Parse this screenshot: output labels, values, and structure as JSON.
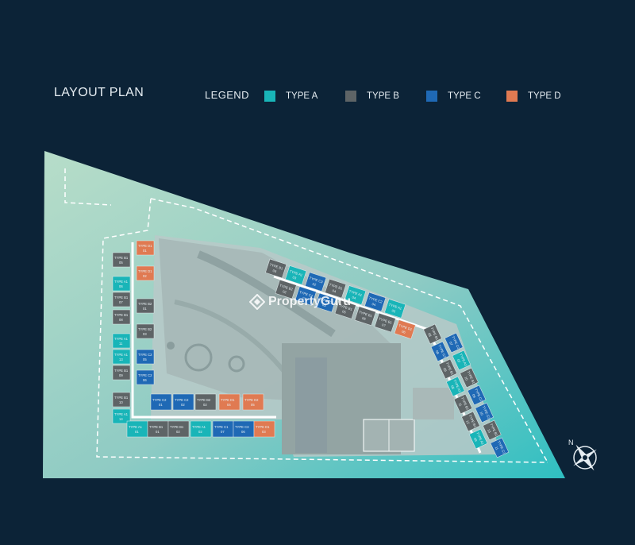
{
  "header": {
    "title": "LAYOUT PLAN"
  },
  "legend": {
    "label": "LEGEND",
    "items": [
      {
        "name": "TYPE A",
        "color": "#19b5b8"
      },
      {
        "name": "TYPE B",
        "color": "#5e6466"
      },
      {
        "name": "TYPE C",
        "color": "#1f69b5"
      },
      {
        "name": "TYPE D",
        "color": "#e07a52"
      }
    ]
  },
  "watermark": {
    "text": "PropertyGuru"
  },
  "compass": {
    "icon": "compass-rose-icon",
    "north_label": "N"
  },
  "colors": {
    "background": "#0c2337",
    "site": "#9fd6c6"
  },
  "units": [
    {
      "label": "TYPE D1 01",
      "type": "D"
    },
    {
      "label": "TYPE D1 02",
      "type": "D"
    },
    {
      "label": "TYPE B1 05",
      "type": "B"
    },
    {
      "label": "TYPE A1 06",
      "type": "A"
    },
    {
      "label": "TYPE B1 07",
      "type": "B"
    },
    {
      "label": "TYPE B2 01",
      "type": "B"
    },
    {
      "label": "TYPE B1 08",
      "type": "B"
    },
    {
      "label": "TYPE A1 11",
      "type": "A"
    },
    {
      "label": "TYPE B2 03",
      "type": "B"
    },
    {
      "label": "TYPE C2 05",
      "type": "C"
    },
    {
      "label": "TYPE A1 13",
      "type": "A"
    },
    {
      "label": "TYPE C2 06",
      "type": "C"
    },
    {
      "label": "TYPE B1 09",
      "type": "B"
    },
    {
      "label": "TYPE B1 10",
      "type": "B"
    },
    {
      "label": "TYPE A1 14",
      "type": "A"
    },
    {
      "label": "TYPE C2 01",
      "type": "C"
    },
    {
      "label": "TYPE C2 02",
      "type": "C"
    },
    {
      "label": "TYPE B2 02",
      "type": "B"
    },
    {
      "label": "TYPE D1 04",
      "type": "D"
    },
    {
      "label": "TYPE D2 05",
      "type": "D"
    },
    {
      "label": "TYPE A1 01",
      "type": "A"
    },
    {
      "label": "TYPE B1 01",
      "type": "B"
    },
    {
      "label": "TYPE B1 02",
      "type": "B"
    },
    {
      "label": "TYPE A1 02",
      "type": "A"
    },
    {
      "label": "TYPE C1 07",
      "type": "C"
    },
    {
      "label": "TYPE C3 06",
      "type": "C"
    },
    {
      "label": "TYPE D1 03",
      "type": "D"
    },
    {
      "label": "TYPE B1 03",
      "type": "B"
    },
    {
      "label": "TYPE B2 02",
      "type": "B"
    },
    {
      "label": "TYPE A1 03",
      "type": "A"
    },
    {
      "label": "TYPE C2 01",
      "type": "C"
    },
    {
      "label": "TYPE C3 02",
      "type": "C"
    },
    {
      "label": "TYPE C2 03",
      "type": "C"
    },
    {
      "label": "TYPE B1 04",
      "type": "B"
    },
    {
      "label": "TYPE B1 05",
      "type": "B"
    },
    {
      "label": "TYPE A1 04",
      "type": "A"
    },
    {
      "label": "TYPE B1 06",
      "type": "B"
    },
    {
      "label": "TYPE C2 04",
      "type": "C"
    },
    {
      "label": "TYPE B1 07",
      "type": "B"
    },
    {
      "label": "TYPE A1 05",
      "type": "A"
    },
    {
      "label": "TYPE D1 06",
      "type": "D"
    },
    {
      "label": "TYPE B1 08",
      "type": "B"
    },
    {
      "label": "TYPE C2 07",
      "type": "C"
    },
    {
      "label": "TYPE C2 08",
      "type": "C"
    },
    {
      "label": "TYPE A1 07",
      "type": "A"
    },
    {
      "label": "TYPE B1 09",
      "type": "B"
    },
    {
      "label": "TYPE B1 10",
      "type": "B"
    },
    {
      "label": "TYPE A1 08",
      "type": "A"
    },
    {
      "label": "TYPE C2 09",
      "type": "C"
    },
    {
      "label": "TYPE B1 11",
      "type": "B"
    },
    {
      "label": "TYPE C2 10",
      "type": "C"
    },
    {
      "label": "TYPE B1 12",
      "type": "B"
    },
    {
      "label": "TYPE B1 13",
      "type": "B"
    },
    {
      "label": "TYPE A1 09",
      "type": "A"
    },
    {
      "label": "TYPE C2 11",
      "type": "C"
    }
  ]
}
